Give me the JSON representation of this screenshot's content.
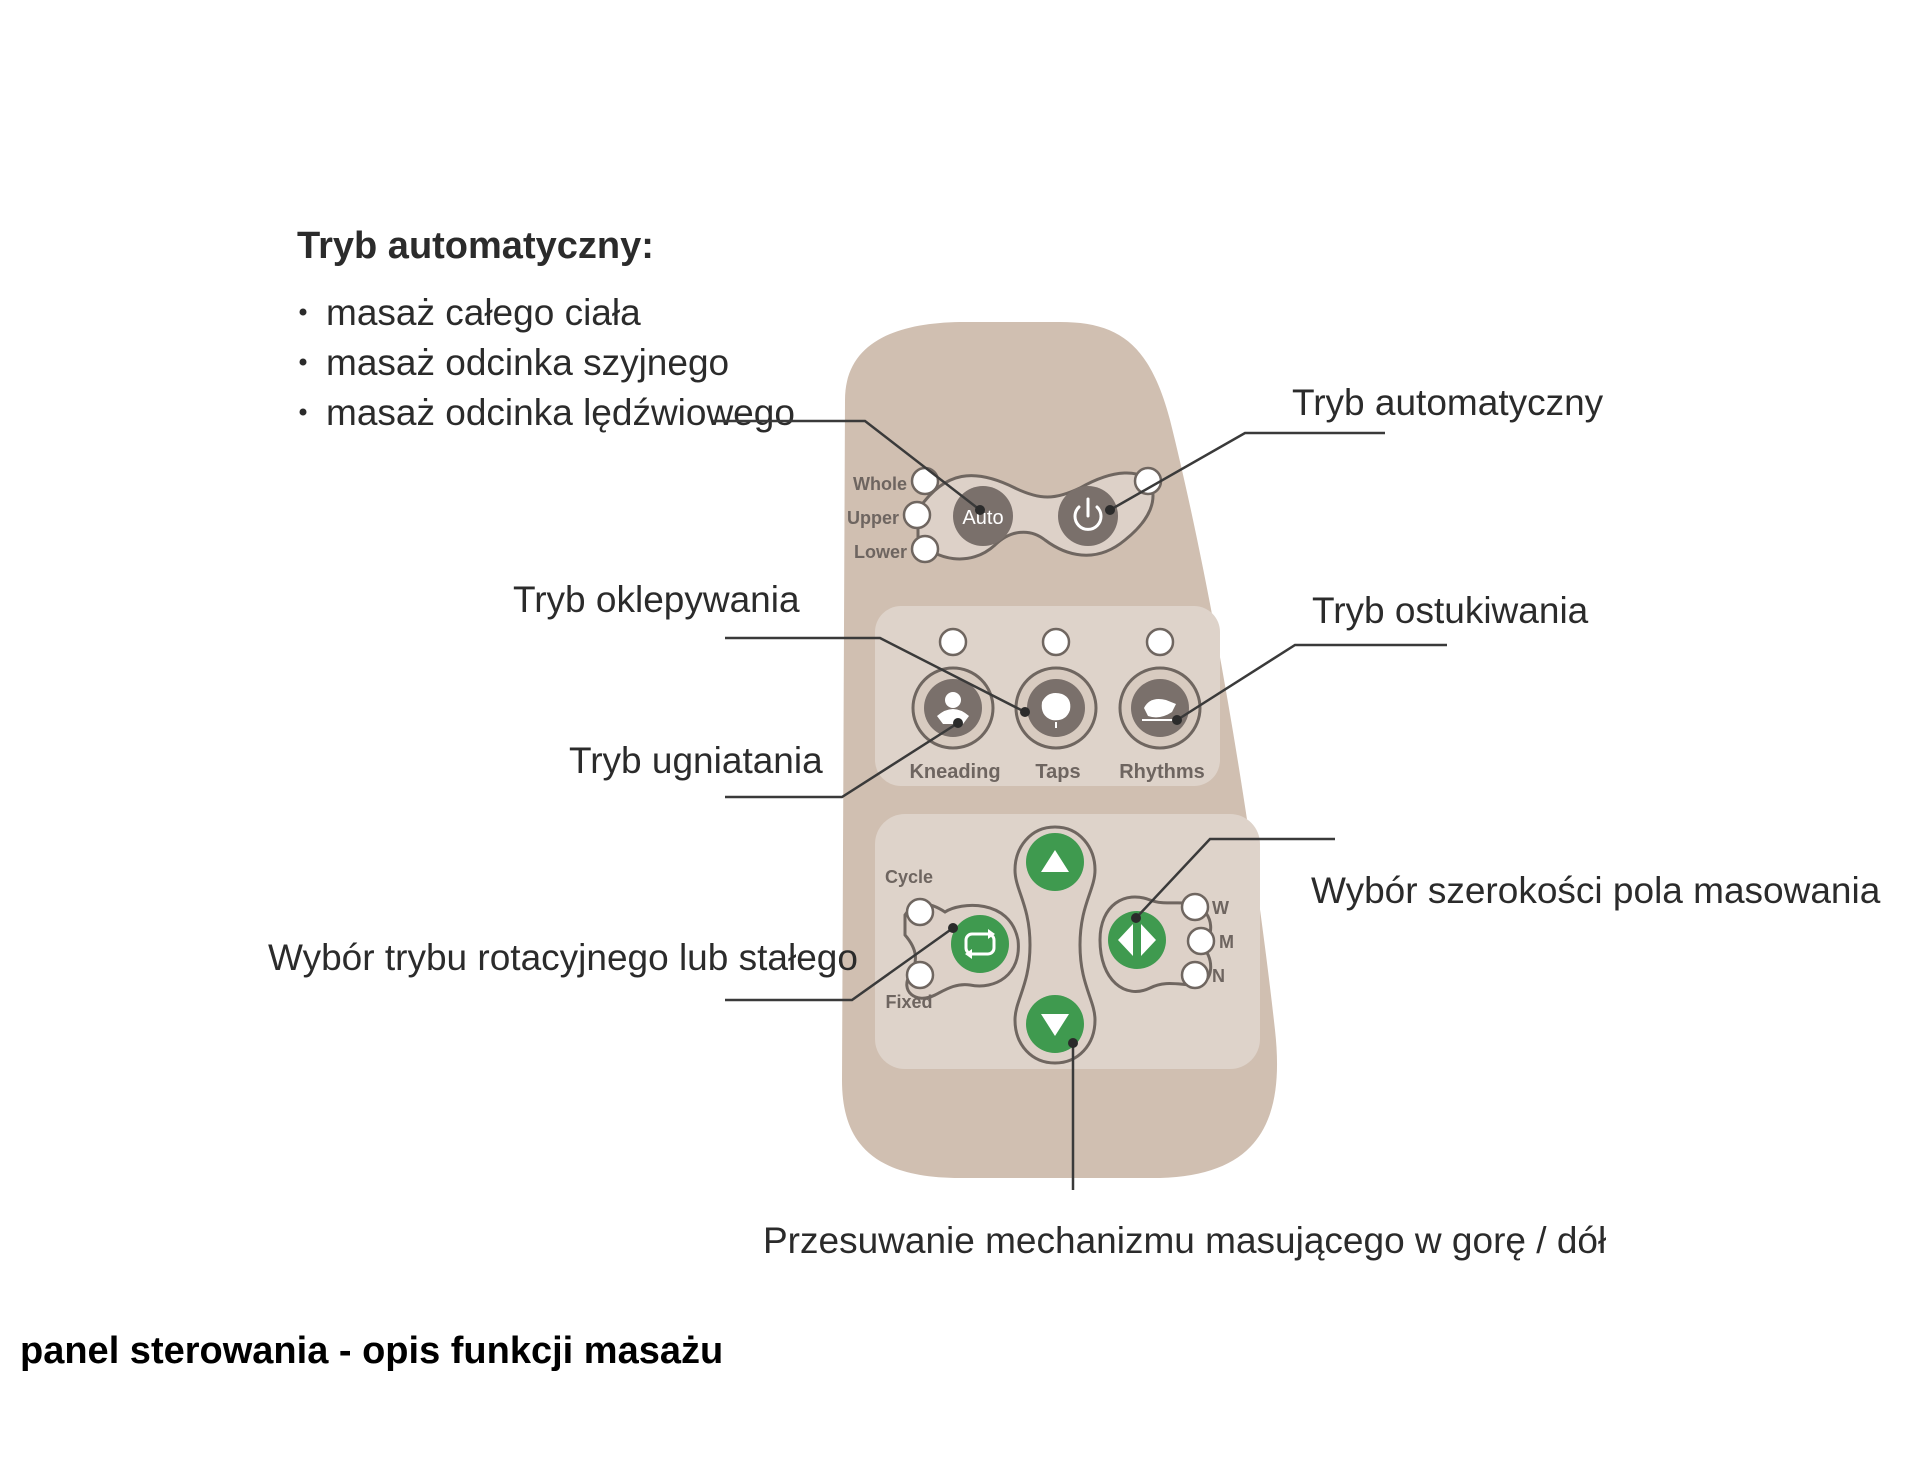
{
  "heading": {
    "title": "Tryb automatyczny:",
    "bullets": [
      "masaż całego ciała",
      "masaż odcinka szyjnego",
      "masaż odcinka lędźwiowego"
    ]
  },
  "callouts": {
    "auto_power": "Tryb automatyczny",
    "taps": "Tryb oklepywania",
    "rhythms": "Tryb ostukiwania",
    "kneading": "Tryb ugniatania",
    "width": "Wybór szerokości pola masowania",
    "cycle_fixed": "Wybór trybu rotacyjnego lub stałego",
    "up_down": "Przesuwanie mechanizmu masującego w gorę / dół"
  },
  "panel": {
    "auto_button": "Auto",
    "auto_modes": [
      "Whole",
      "Upper",
      "Lower"
    ],
    "massage_modes": [
      "Kneading",
      "Taps",
      "Rhythms"
    ],
    "cycle_label": "Cycle",
    "fixed_label": "Fixed",
    "width_modes": [
      "W",
      "M",
      "N"
    ]
  },
  "caption": "panel sterowania - opis funkcji masażu",
  "colors": {
    "panel_body": "#d0bfb1",
    "inner_panel": "#ded3ca",
    "button_dark": "#7a706b",
    "button_green": "#3f9a4f",
    "text": "#2b2b2b"
  },
  "icons": [
    "power-icon",
    "arrow-up-icon",
    "arrow-down-icon",
    "cycle-icon",
    "width-arrows-icon",
    "kneading-icon",
    "taps-icon",
    "rhythms-icon"
  ]
}
